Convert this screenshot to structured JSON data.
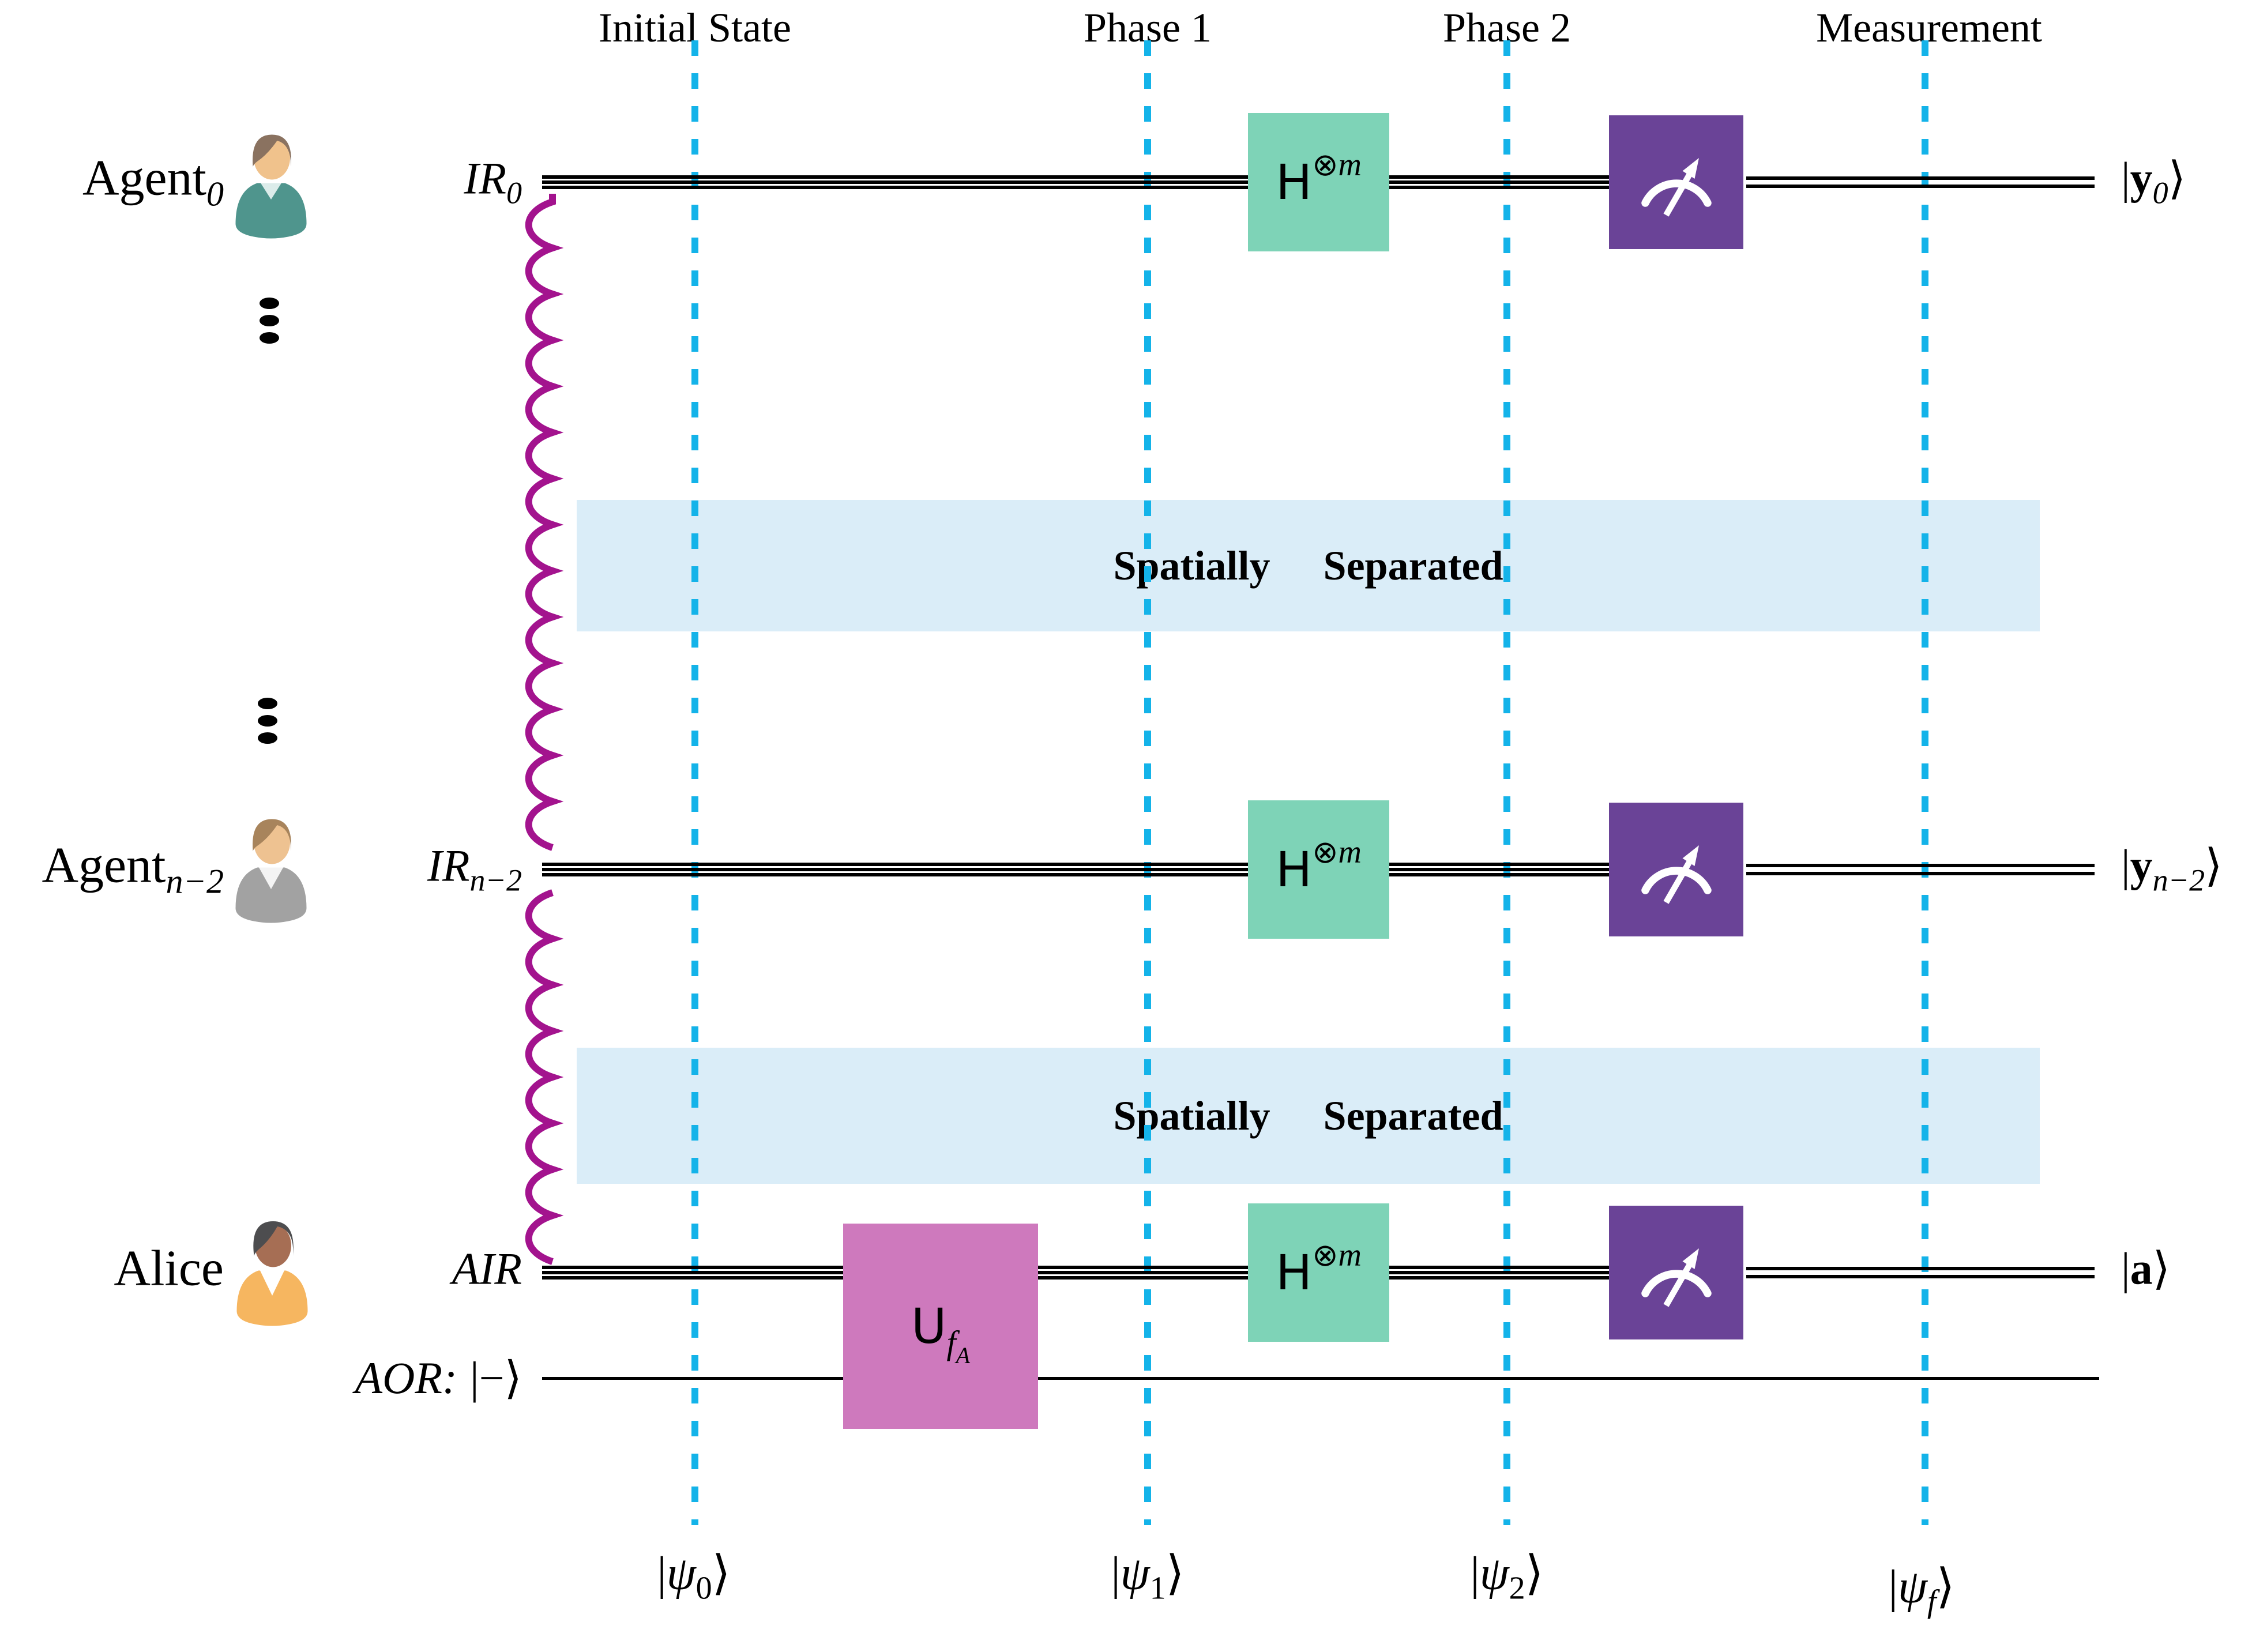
{
  "colors": {
    "phase_line": "#14b3e9",
    "band_bg": "#daedf8",
    "hadamard_bg": "#7ed3b7",
    "measure_bg": "#6a4397",
    "oracle_bg": "#ce79bd",
    "entangle_squiggle": "#a3138e",
    "wire": "#000000",
    "gauge_icon": "#ffffff"
  },
  "phase_headers": [
    "Initial State",
    "Phase 1",
    "Phase 2",
    "Measurement"
  ],
  "separation_band": {
    "word1": "Spatially",
    "word2": "Separated"
  },
  "agents": [
    {
      "name": "Agent",
      "name_sub": "0",
      "wire_label": "IR",
      "wire_sub": "0",
      "output": {
        "bar": "|",
        "main": "y",
        "sub": "0",
        "ket": "⟩"
      },
      "icon": {
        "hair": "#8a7260",
        "skin": "#f0c28c",
        "shirt": "#4f958d",
        "collar": "#dcecea"
      }
    },
    {
      "name": "Agent",
      "name_sub": "n−2",
      "wire_label": "IR",
      "wire_sub": "n−2",
      "output": {
        "bar": "|",
        "main": "y",
        "sub": "n−2",
        "ket": "⟩"
      },
      "icon": {
        "hair": "#a8845c",
        "skin": "#eec291",
        "shirt": "#a2a2a2",
        "collar": "#f4f4f4"
      }
    },
    {
      "name": "Alice",
      "name_sub": "",
      "wire_label": "AIR",
      "wire_sub": "",
      "output": {
        "bar": "|",
        "main": "a",
        "sub": "",
        "ket": "⟩"
      },
      "icon": {
        "hair": "#4d4d4f",
        "skin": "#a66e54",
        "shirt": "#f6b660",
        "collar": "#ffffff"
      }
    }
  ],
  "ancilla": {
    "label": "AOR:",
    "ket": "|−⟩"
  },
  "gates": {
    "hadamard": {
      "main": "H",
      "sup_sym": "⊗",
      "sup_var": "m"
    },
    "oracle": {
      "main": "U",
      "sub_main": "f",
      "sub_sub": "A"
    }
  },
  "state_labels": [
    {
      "bar": "|",
      "psi": "ψ",
      "sub": "0",
      "ket": "⟩"
    },
    {
      "bar": "|",
      "psi": "ψ",
      "sub": "1",
      "ket": "⟩"
    },
    {
      "bar": "|",
      "psi": "ψ",
      "sub": "2",
      "ket": "⟩"
    },
    {
      "bar": "|",
      "psi": "ψ",
      "sub": "f",
      "ket": "⟩"
    }
  ],
  "icons": {
    "agent": "person-icon",
    "measurement": "gauge-icon",
    "more_agents": "vertical-ellipsis-icon"
  }
}
